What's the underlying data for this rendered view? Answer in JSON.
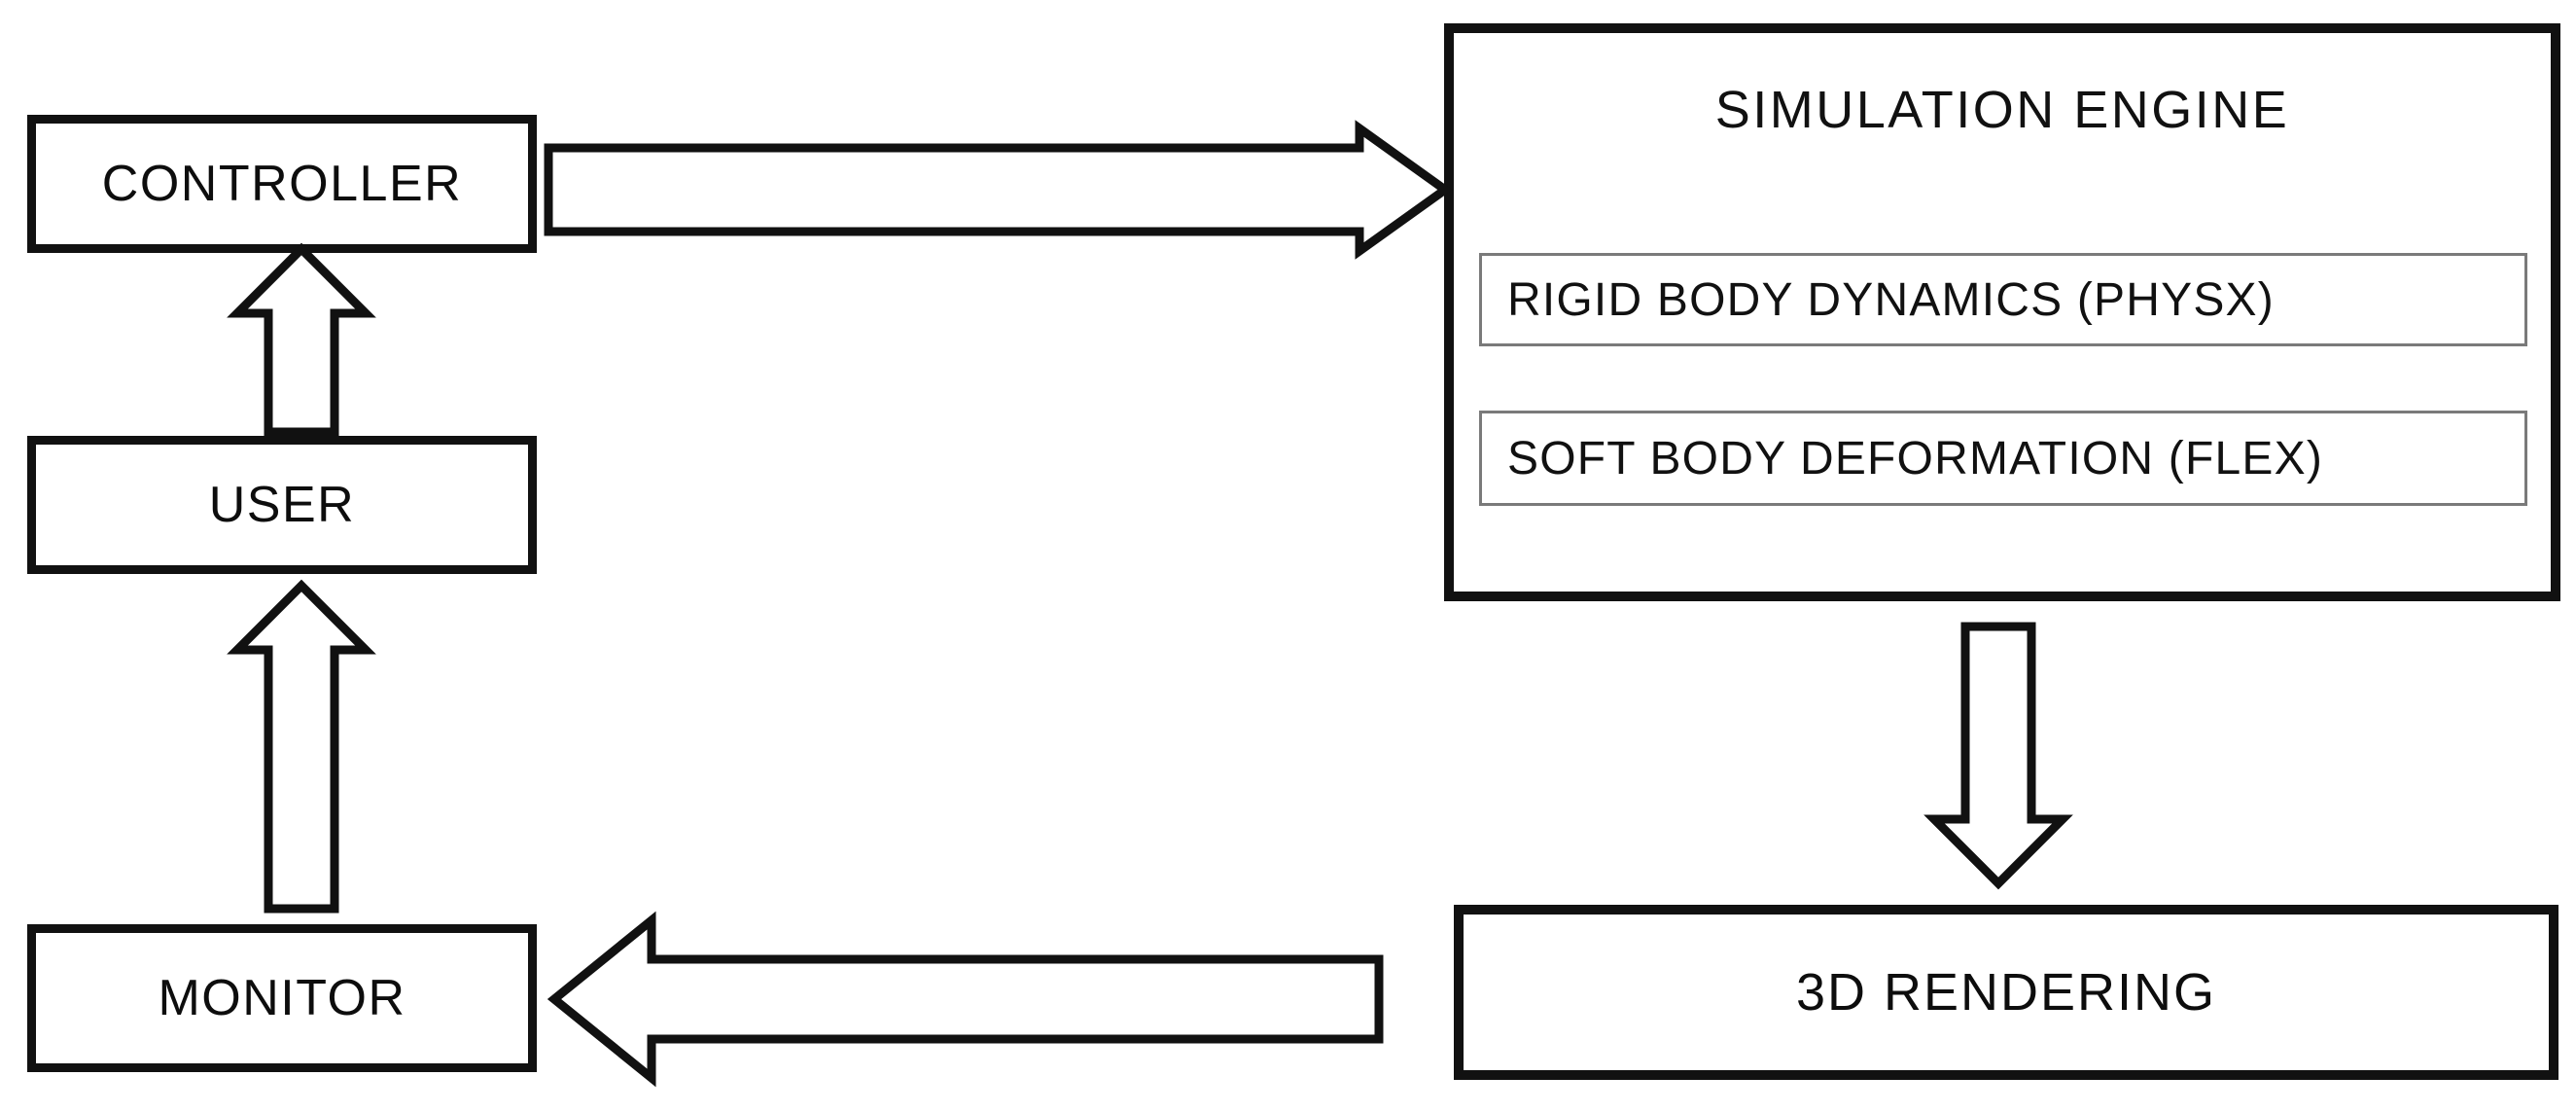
{
  "diagram": {
    "title": "Simulation system architecture block diagram",
    "background_color": "#ffffff",
    "line_color": "#111111",
    "subbox_border_color": "#7a7a7a",
    "nodes": {
      "controller": {
        "label": "CONTROLLER"
      },
      "user": {
        "label": "USER"
      },
      "monitor": {
        "label": "MONITOR"
      },
      "simulation_engine": {
        "label": "SIMULATION ENGINE",
        "components": [
          {
            "label": "RIGID BODY DYNAMICS (PHYSX)"
          },
          {
            "label": "SOFT BODY DEFORMATION (FLEX)"
          }
        ]
      },
      "rendering": {
        "label": "3D RENDERING"
      }
    },
    "arrows": [
      {
        "name": "controller-to-simulation-engine",
        "from": "CONTROLLER",
        "to": "SIMULATION ENGINE",
        "direction": "right"
      },
      {
        "name": "user-to-controller",
        "from": "USER",
        "to": "CONTROLLER",
        "direction": "up"
      },
      {
        "name": "monitor-to-user",
        "from": "MONITOR",
        "to": "USER",
        "direction": "up"
      },
      {
        "name": "simulation-engine-to-rendering",
        "from": "SIMULATION ENGINE",
        "to": "3D RENDERING",
        "direction": "down"
      },
      {
        "name": "rendering-to-monitor",
        "from": "3D RENDERING",
        "to": "MONITOR",
        "direction": "left"
      }
    ]
  }
}
